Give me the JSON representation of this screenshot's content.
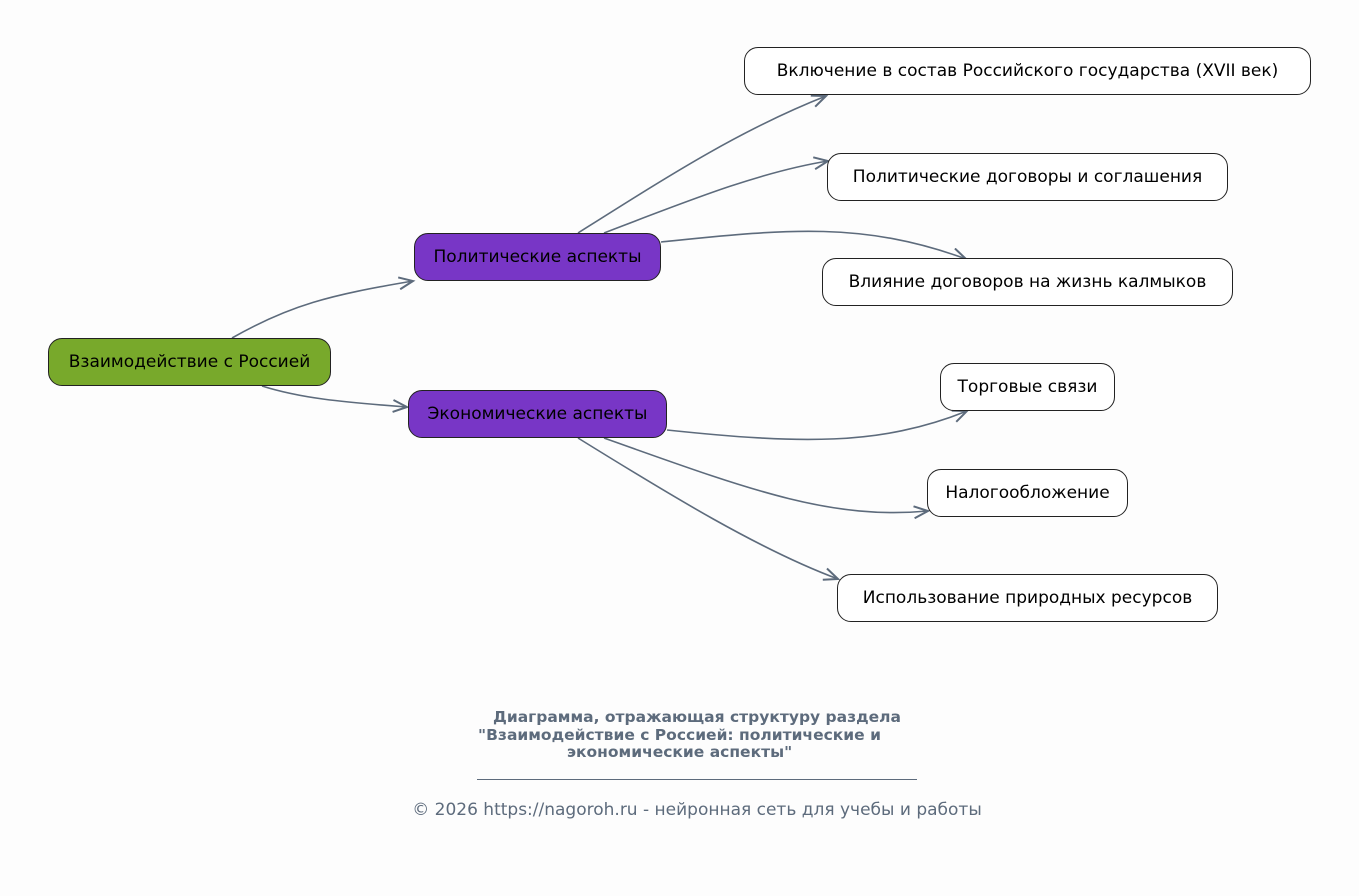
{
  "diagram": {
    "root": {
      "id": "root",
      "label": "Взаимодействие с Россией",
      "color": "#78a92b"
    },
    "branches": [
      {
        "id": "political",
        "label": "Политические аспекты",
        "color": "#7836c6",
        "children": [
          {
            "id": "p1",
            "label": "Включение в состав Российского государства (XVII век)"
          },
          {
            "id": "p2",
            "label": "Политические договоры и соглашения"
          },
          {
            "id": "p3",
            "label": "Влияние договоров на жизнь калмыков"
          }
        ]
      },
      {
        "id": "economic",
        "label": "Экономические аспекты",
        "color": "#7836c6",
        "children": [
          {
            "id": "e1",
            "label": "Торговые связи"
          },
          {
            "id": "e2",
            "label": "Налогообложение"
          },
          {
            "id": "e3",
            "label": "Использование природных ресурсов"
          }
        ]
      }
    ],
    "edge_color": "#5d6b7c"
  },
  "caption": {
    "line1": "Диаграмма, отражающая структуру раздела",
    "line2": "\"Взаимодействие с Россией: политические и",
    "line3": "экономические аспекты\""
  },
  "footer": "© 2026 https://nagoroh.ru - нейронная сеть для учебы и работы"
}
